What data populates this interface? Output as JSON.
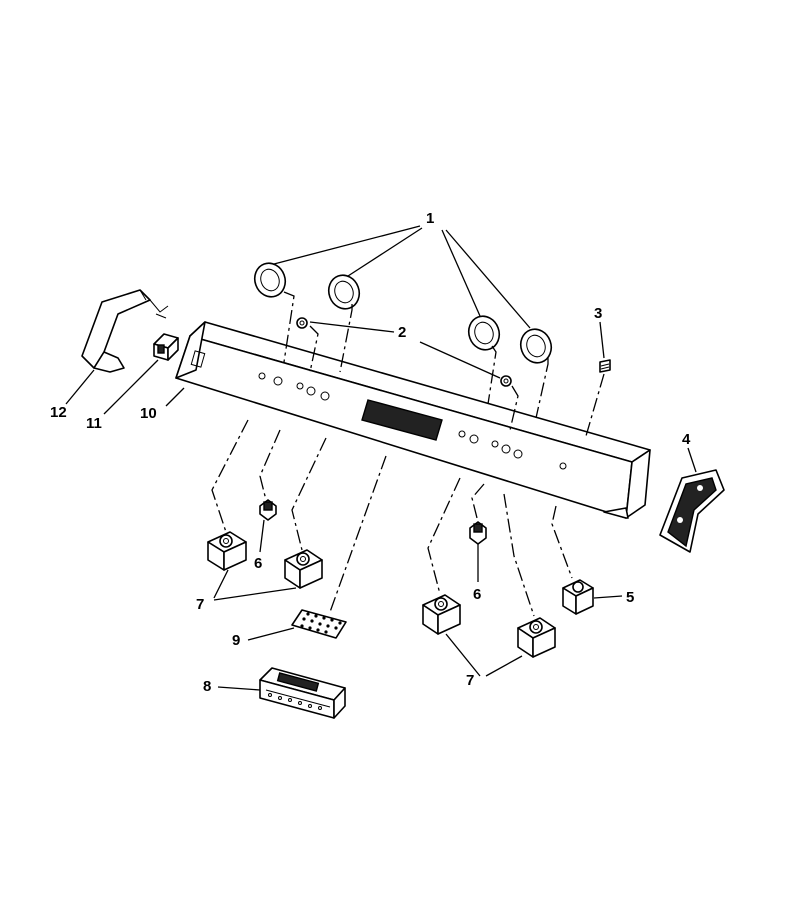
{
  "callouts": {
    "c1": "1",
    "c2": "2",
    "c3": "3",
    "c4": "4",
    "c5": "5",
    "c6a": "6",
    "c6b": "6",
    "c7a": "7",
    "c7b": "7",
    "c8": "8",
    "c9": "9",
    "c10": "10",
    "c11": "11",
    "c12": "12"
  }
}
